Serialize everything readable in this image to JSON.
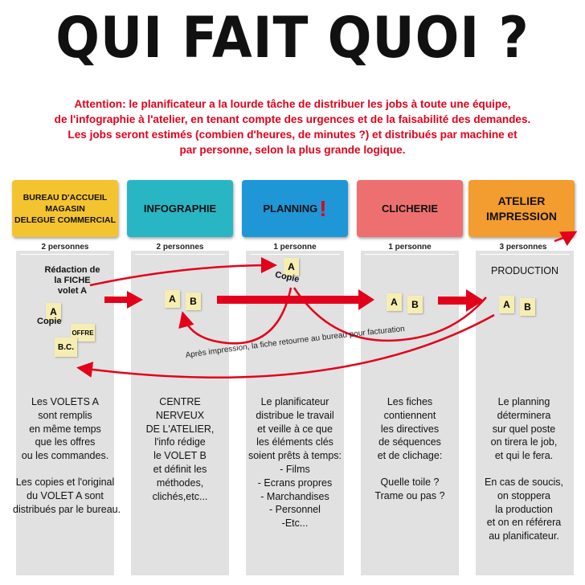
{
  "title": "QUI FAIT QUOI ?",
  "intro": [
    "Attention: le planificateur a la lourde tâche de distribuer les jobs à toute une équipe,",
    "de l'infographie à l'atelier, en tenant compte des urgences et de la faisabilité des demandes.",
    "Les jobs seront estimés (combien d'heures, de minutes ?) et distribués par machine et",
    "par personne, selon la plus grande logique."
  ],
  "columns": [
    {
      "header": [
        "BUREAU D'ACCUEIL",
        "MAGASIN",
        "DELEGUE COMMERCIAL"
      ],
      "count": "2 personnes",
      "color": "#f4c430",
      "desc": [
        "Les VOLETS A",
        "sont remplis",
        "en même temps",
        "que les offres",
        "ou les commandes.",
        "",
        "Les copies et l'original",
        "du VOLET A sont",
        "distribués par le bureau."
      ]
    },
    {
      "header": [
        "INFOGRAPHIE"
      ],
      "count": "2 personnes",
      "color": "#29b6c4",
      "desc": [
        "CENTRE",
        "NERVEUX",
        "DE L'ATELIER,",
        "l'info rédige",
        "le VOLET B",
        "et définit les",
        "méthodes,",
        "clichés,etc..."
      ]
    },
    {
      "header": [
        "PLANNING"
      ],
      "alarm": "!",
      "count": "1 personne",
      "color": "#1f96d6",
      "desc": [
        "Le planificateur",
        "distribue le travail",
        "et veille à ce que",
        "les éléments clés",
        "soient prêts à temps:",
        "- Films",
        "- Ecrans propres",
        "- Marchandises",
        "- Personnel",
        "-Etc..."
      ]
    },
    {
      "header": [
        "CLICHERIE"
      ],
      "count": "1 personne",
      "color": "#ee6f6f",
      "desc": [
        "Les fiches",
        "contiennent",
        "les directives",
        "de séquences",
        "et de clichage:",
        "",
        "Quelle toile ?",
        "Trame ou pas ?"
      ]
    },
    {
      "header": [
        "ATELIER",
        "IMPRESSION"
      ],
      "count": "3 personnes",
      "color": "#f39c2f",
      "top_label": "PRODUCTION",
      "desc": [
        "Le planning",
        "déterminera",
        "sur quel poste",
        "on tirera le job,",
        "et qui le fera.",
        "",
        "En cas de soucis,",
        "on stoppera",
        "la production",
        "et on en référera",
        "au planificateur."
      ]
    }
  ],
  "redaction": [
    "Rédaction de",
    "la FICHE",
    "volet A"
  ],
  "labels": {
    "copie": "Copie",
    "offre": "OFFRE",
    "bc": "B.C.",
    "a": "A",
    "b": "B"
  },
  "return_note": "Après impression, la fiche retourne au bureau pour facturation",
  "colors": {
    "arrow": "#e3001b",
    "intro": "#e3001b",
    "card": "#f6edb3",
    "column_bg": "#e1e1e1"
  }
}
